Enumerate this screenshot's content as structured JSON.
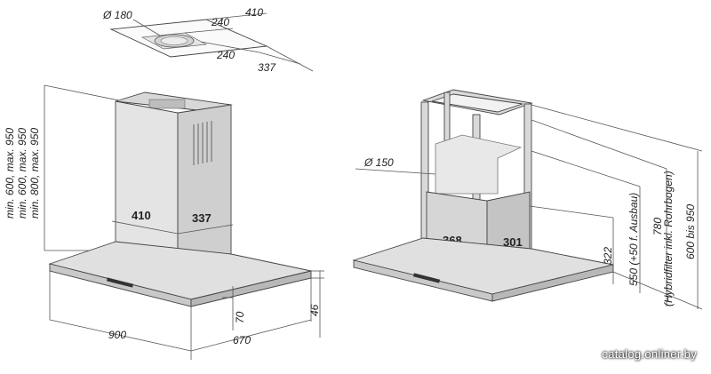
{
  "top_view": {
    "duct_diameter": "Ø 180",
    "outer_width": "410",
    "inner_width": "240",
    "inner_depth": "240",
    "outer_depth": "337"
  },
  "left_view": {
    "height_label_1": "min. 600, max. 950",
    "height_label_2": "min. 600, max. 950",
    "height_label_3": "min. 800, max. 950",
    "chimney_width": "410",
    "chimney_depth": "337",
    "hood_width": "900",
    "hood_depth": "670",
    "hood_height": "70",
    "edge_height": "46"
  },
  "right_view": {
    "pipe_diameter": "Ø 150",
    "frame_width": "368",
    "frame_depth": "301",
    "dim_322": "322",
    "dim_550": "550 (+50 f. Ausbau)",
    "dim_780": "780",
    "dim_780_note": "(Hybridfilter inkl. Rohrbogen)",
    "dim_600_950": "600 bis 950"
  },
  "watermark": "catalog.onliner.by"
}
